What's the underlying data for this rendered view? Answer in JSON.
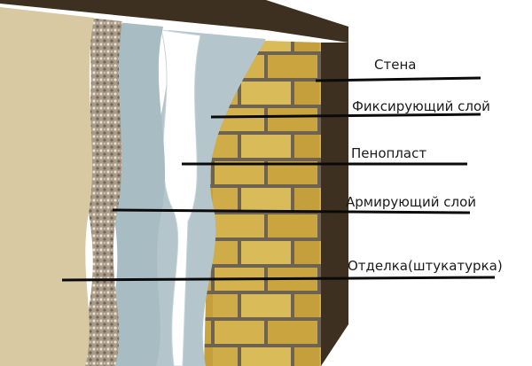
{
  "diagram": {
    "layers": [
      {
        "id": "wall",
        "label": "Стена"
      },
      {
        "id": "fixing",
        "label": "Фиксирующий слой"
      },
      {
        "id": "foam",
        "label": "Пенопласт"
      },
      {
        "id": "reinforcing",
        "label": "Армирующий слой"
      },
      {
        "id": "finish",
        "label": "Отделка(штукатурка)"
      }
    ]
  },
  "colors": {
    "brick": "#d4b24e",
    "mortar": "#6e6250",
    "wall_top": "#3d3020",
    "glue": "#b4c6cc",
    "foam": "#ffffff",
    "mesh": "#a89a86",
    "finish": "#d8c9a2",
    "line": "#0a0a0a"
  }
}
